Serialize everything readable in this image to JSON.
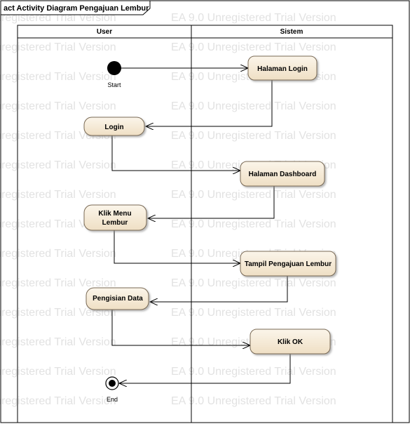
{
  "title": "act Activity Diagram Pengajuan Lembur",
  "watermark": "EA 9.0 Unregistered Trial Version",
  "lanes": {
    "user": "User",
    "sistem": "Sistem"
  },
  "start_label": "Start",
  "end_label": "End",
  "activities": {
    "halaman_login": "Halaman Login",
    "login": "Login",
    "halaman_dashboard": "Halaman Dashboard",
    "klik_menu_lembur_1": "Klik Menu",
    "klik_menu_lembur_2": "Lembur",
    "tampil_pengajuan": "Tampil Pengajuan Lembur",
    "pengisian_data": "Pengisian Data",
    "klik_ok": "Klik OK"
  },
  "colors": {
    "activity_fill": "#f5ead6",
    "activity_stroke": "#7a6a55",
    "line": "#000000",
    "watermark": "#e2e2e2"
  }
}
